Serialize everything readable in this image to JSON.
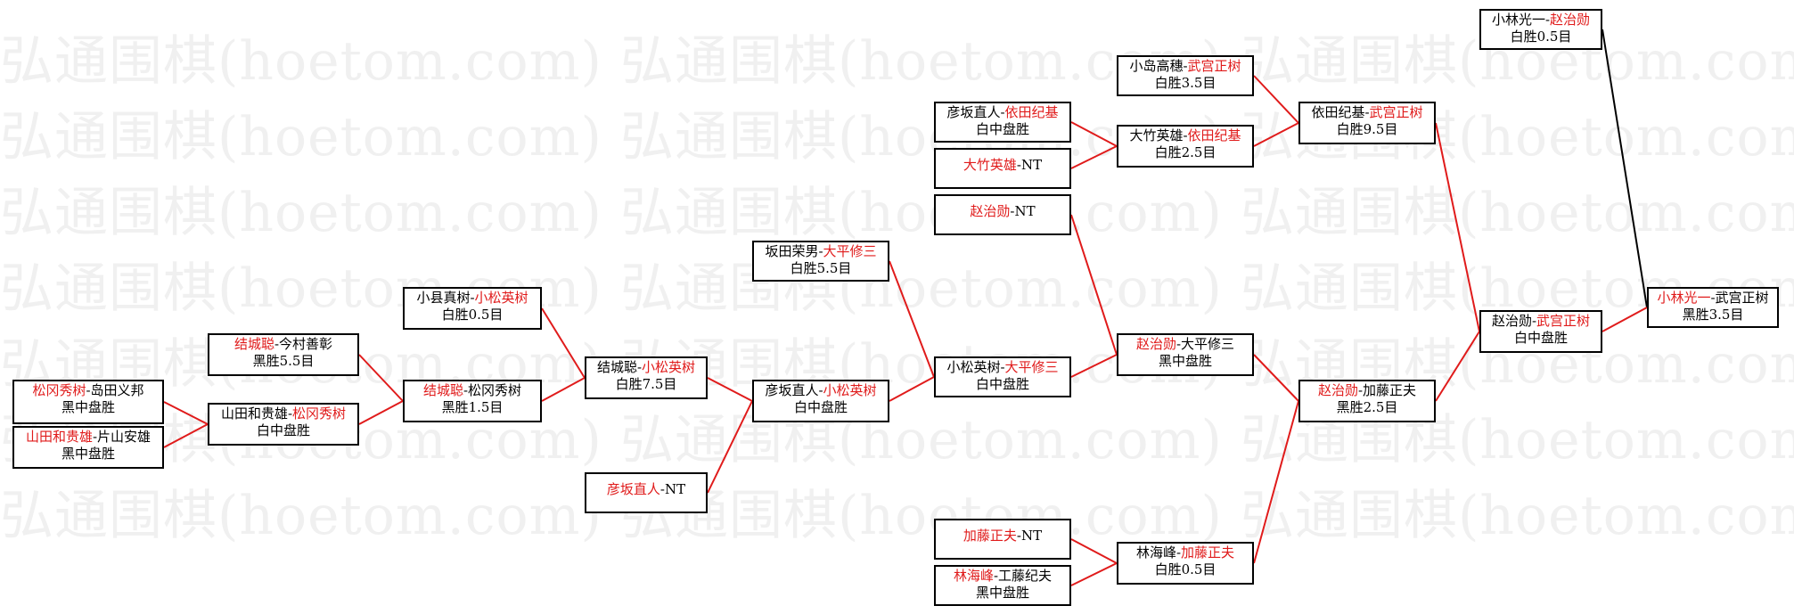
{
  "colors": {
    "winner": "#e01b1b",
    "text": "#000000",
    "win_line": "#e01b1b",
    "plain_line": "#000000",
    "watermark": "#f0f0f0"
  },
  "watermark_text": "弘通围棋(hoetom.com)",
  "games": {
    "r1a": {
      "p1": "松冈秀树",
      "sep": "-",
      "p2": "岛田义邦",
      "winner": 1,
      "result": "黑中盘胜"
    },
    "r1b": {
      "p1": "山田和贵雄",
      "sep": "-",
      "p2": "片山安雄",
      "winner": 1,
      "result": "黑中盘胜"
    },
    "r2a": {
      "p1": "结城聪",
      "sep": "-",
      "p2": "今村善彰",
      "winner": 1,
      "result": "黑胜5.5目"
    },
    "r2b": {
      "p1": "山田和贵雄",
      "sep": "-",
      "p2": "松冈秀树",
      "winner": 2,
      "result": "白中盘胜"
    },
    "r3a": {
      "p1": "小县真树",
      "sep": "-",
      "p2": "小松英树",
      "winner": 2,
      "result": "白胜0.5目"
    },
    "r3b": {
      "p1": "结城聪",
      "sep": "-",
      "p2": "松冈秀树",
      "winner": 1,
      "result": "黑胜1.5目"
    },
    "r4a": {
      "p1": "结城聪",
      "sep": "-",
      "p2": "小松英树",
      "winner": 2,
      "result": "白胜7.5目"
    },
    "r4b": {
      "p1": "彦坂直人",
      "sep": "-",
      "p2": "NT",
      "winner": 1,
      "result": ""
    },
    "r5a": {
      "p1": "坂田荣男",
      "sep": "-",
      "p2": "大平修三",
      "winner": 2,
      "result": "白胜5.5目"
    },
    "r5b": {
      "p1": "彦坂直人",
      "sep": "-",
      "p2": "小松英树",
      "winner": 2,
      "result": "白中盘胜"
    },
    "r6a": {
      "p1": "彦坂直人",
      "sep": "-",
      "p2": "依田纪基",
      "winner": 2,
      "result": "白中盘胜"
    },
    "r6b": {
      "p1": "大竹英雄",
      "sep": "-",
      "p2": "NT",
      "winner": 1,
      "result": ""
    },
    "r6c": {
      "p1": "赵治勋",
      "sep": "-",
      "p2": "NT",
      "winner": 1,
      "result": ""
    },
    "r6d": {
      "p1": "小松英树",
      "sep": "-",
      "p2": "大平修三",
      "winner": 2,
      "result": "白中盘胜"
    },
    "r6e": {
      "p1": "加藤正夫",
      "sep": "-",
      "p2": "NT",
      "winner": 1,
      "result": ""
    },
    "r6f": {
      "p1": "林海峰",
      "sep": "-",
      "p2": "工藤纪夫",
      "winner": 1,
      "result": "黑中盘胜"
    },
    "r7a": {
      "p1": "小岛高穗",
      "sep": "-",
      "p2": "武宫正树",
      "winner": 2,
      "result": "白胜3.5目"
    },
    "r7b": {
      "p1": "大竹英雄",
      "sep": "-",
      "p2": "依田纪基",
      "winner": 2,
      "result": "白胜2.5目"
    },
    "r7c": {
      "p1": "赵治勋",
      "sep": "-",
      "p2": "大平修三",
      "winner": 1,
      "result": "黑中盘胜"
    },
    "r7d": {
      "p1": "林海峰",
      "sep": "-",
      "p2": "加藤正夫",
      "winner": 2,
      "result": "白胜0.5目"
    },
    "r8a": {
      "p1": "依田纪基",
      "sep": "-",
      "p2": "武宫正树",
      "winner": 2,
      "result": "白胜9.5目"
    },
    "r8b": {
      "p1": "赵治勋",
      "sep": "-",
      "p2": "加藤正夫",
      "winner": 1,
      "result": "黑胜2.5目"
    },
    "r9a": {
      "p1": "小林光一",
      "sep": "-",
      "p2": "赵治勋",
      "winner": 2,
      "result": "白胜0.5目"
    },
    "r9b": {
      "p1": "赵治勋",
      "sep": "-",
      "p2": "武宫正树",
      "winner": 2,
      "result": "白中盘胜"
    },
    "r10": {
      "p1": "小林光一",
      "sep": "-",
      "p2": "武宫正树",
      "winner": 1,
      "result": "黑胜3.5目"
    }
  }
}
